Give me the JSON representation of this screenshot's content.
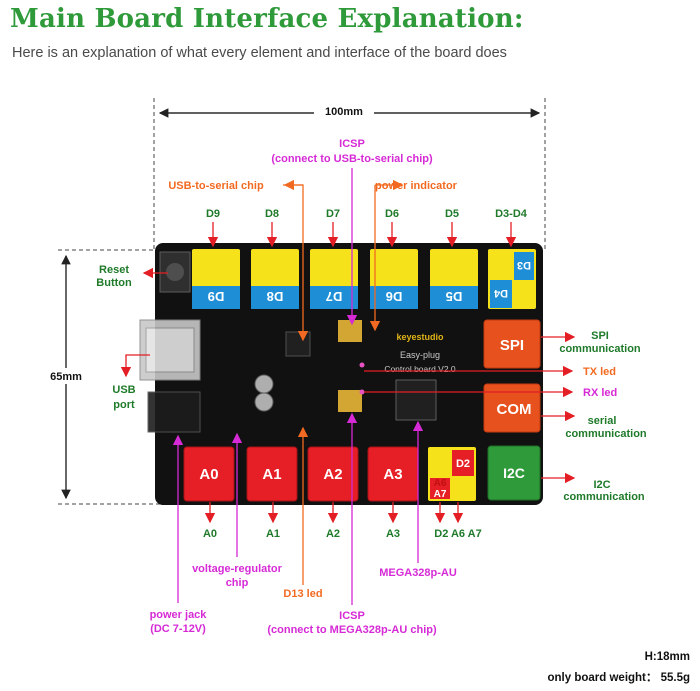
{
  "header": {
    "title": "Main Board Interface Explanation:",
    "subtitle": "Here is an explanation of what every element and interface of the board does"
  },
  "dimensions": {
    "width": "100mm",
    "height": "65mm",
    "thickness": "H:18mm",
    "weight": "only board weight： 55.5g"
  },
  "board": {
    "digital_modules": [
      "D9",
      "D8",
      "D7",
      "D6",
      "D5"
    ],
    "d3d4_module": {
      "top": "D3",
      "bottom": "D4"
    },
    "analog_modules": [
      "A0",
      "A1",
      "A2",
      "A3"
    ],
    "a6a7_module": {
      "a6": "A6",
      "a7": "A7",
      "d2": "D2"
    },
    "right_modules": [
      "SPI",
      "COM",
      "I2C"
    ],
    "silk_logo": "keyestudio",
    "silk_line1": "Easy-plug",
    "silk_line2": "Control board V2.0",
    "colors": {
      "board": "#111111",
      "yellow": "#f5e21a",
      "blue": "#1e8fd6",
      "red": "#e61e25",
      "orange": "#e6511e",
      "green": "#2f9a3a"
    }
  },
  "callouts": {
    "icsp_top": "ICSP",
    "icsp_top_desc": "(connect to USB-to-serial chip)",
    "usb_serial_chip": "USB-to-serial chip",
    "power_indicator": "power indicator",
    "digital_labels": [
      "D9",
      "D8",
      "D7",
      "D6",
      "D5",
      "D3-D4"
    ],
    "reset_line1": "Reset",
    "reset_line2": "Button",
    "usb_line1": "USB",
    "usb_line2": "port",
    "spi_line1": "SPI",
    "spi_line2": "communication",
    "tx_led": "TX led",
    "rx_led": "RX led",
    "serial_line1": "serial",
    "serial_line2": "communication",
    "i2c_line1": "I2C",
    "i2c_line2": "communication",
    "analog_labels": [
      "A0",
      "A1",
      "A2",
      "A3",
      "D2 A6 A7"
    ],
    "vreg_line1": "voltage-regulator",
    "vreg_line2": "chip",
    "mega": "MEGA328p-AU",
    "d13_led": "D13 led",
    "power_jack_line1": "power jack",
    "power_jack_line2": "(DC 7-12V)",
    "icsp_bottom": "ICSP",
    "icsp_bottom_desc": "(connect  to MEGA328p-AU chip)"
  }
}
